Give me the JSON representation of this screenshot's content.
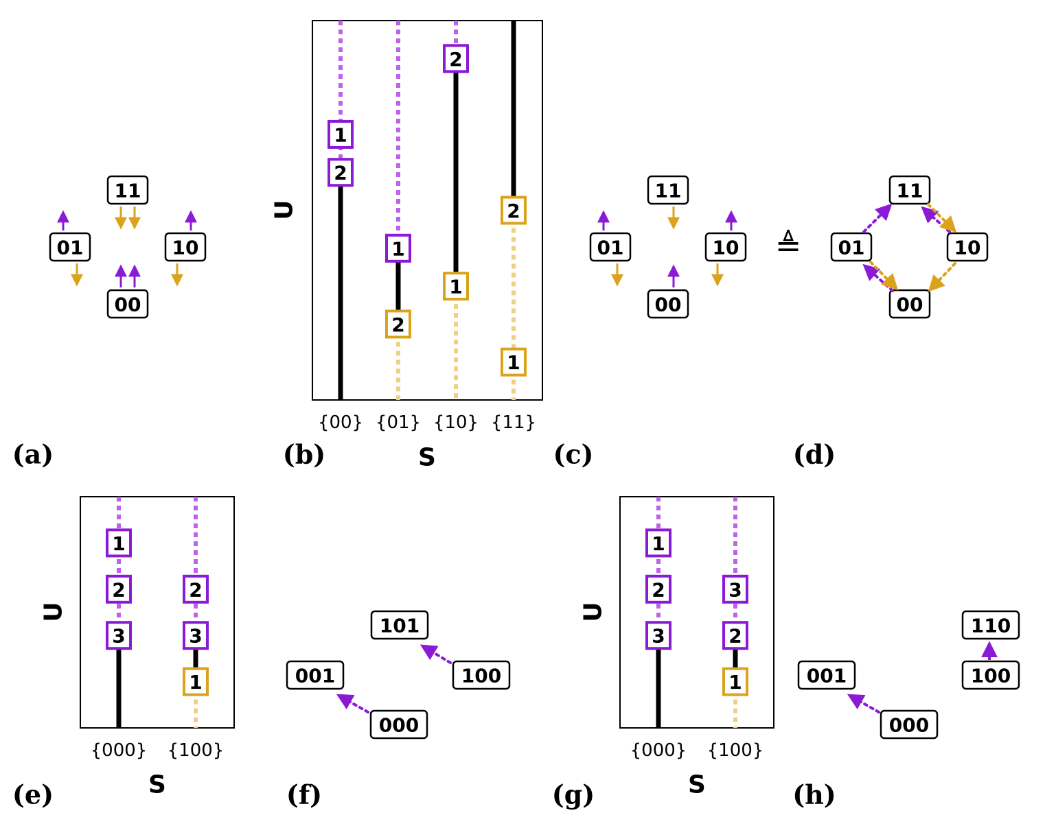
{
  "colors": {
    "purple": "#8a1ad6",
    "purple_light": "#c061ec",
    "orange": "#dba21c",
    "orange_light": "#f0cf84",
    "line": "#000000"
  },
  "panel_labels": [
    "(a)",
    "(b)",
    "(c)",
    "(d)",
    "(e)",
    "(f)",
    "(g)",
    "(h)"
  ],
  "equiv_symbol": "≜",
  "panel_a": {
    "nodes": [
      {
        "id": "11",
        "label": "11",
        "arrows_down": 2,
        "arrows_up": 0
      },
      {
        "id": "01",
        "label": "01",
        "arrows_down": 1,
        "arrows_up": 1
      },
      {
        "id": "10",
        "label": "10",
        "arrows_down": 1,
        "arrows_up": 1
      },
      {
        "id": "00",
        "label": "00",
        "arrows_down": 0,
        "arrows_up": 2
      }
    ]
  },
  "panel_c": {
    "nodes": [
      {
        "id": "11",
        "label": "11",
        "arrows_down": 1,
        "arrows_up": 0
      },
      {
        "id": "01",
        "label": "01",
        "arrows_down": 1,
        "arrows_up": 1
      },
      {
        "id": "10",
        "label": "10",
        "arrows_down": 1,
        "arrows_up": 1
      },
      {
        "id": "00",
        "label": "00",
        "arrows_down": 0,
        "arrows_up": 1
      }
    ]
  },
  "panel_d": {
    "nodes": [
      "11",
      "01",
      "10",
      "00"
    ],
    "edges": [
      {
        "from": "01",
        "to": "11",
        "color": "purple"
      },
      {
        "from": "10",
        "to": "11",
        "color": "purple"
      },
      {
        "from": "00",
        "to": "01",
        "color": "purple"
      },
      {
        "from": "11",
        "to": "10",
        "color": "orange"
      },
      {
        "from": "01",
        "to": "00",
        "color": "orange"
      },
      {
        "from": "10",
        "to": "00",
        "color": "orange"
      }
    ]
  },
  "panel_f": {
    "nodes": [
      "101",
      "001",
      "100",
      "000"
    ],
    "edges": [
      {
        "from": "100",
        "to": "101",
        "color": "purple"
      },
      {
        "from": "000",
        "to": "001",
        "color": "purple"
      }
    ]
  },
  "panel_h": {
    "nodes": [
      "110",
      "001",
      "100",
      "000"
    ],
    "edges": [
      {
        "from": "000",
        "to": "001",
        "color": "purple",
        "style": "dotted"
      },
      {
        "from": "100",
        "to": "110",
        "color": "purple",
        "style": "solid"
      }
    ]
  },
  "chart_data": [
    {
      "panel": "(b)",
      "type": "table",
      "xlabel": "S",
      "ylabel": "U",
      "categories": [
        "{00}",
        "{01}",
        "{10}",
        "{11}"
      ],
      "columns": [
        {
          "category": "{00}",
          "markers": [
            {
              "label": "1",
              "color": "purple",
              "level": 0.3
            },
            {
              "label": "2",
              "color": "purple",
              "level": 0.4
            }
          ],
          "solid_range": [
            0.4,
            1.0
          ]
        },
        {
          "category": "{01}",
          "markers": [
            {
              "label": "1",
              "color": "purple",
              "level": 0.6
            },
            {
              "label": "2",
              "color": "orange",
              "level": 0.8
            }
          ],
          "solid_range": [
            0.6,
            0.8
          ]
        },
        {
          "category": "{10}",
          "markers": [
            {
              "label": "2",
              "color": "purple",
              "level": 0.1
            },
            {
              "label": "1",
              "color": "orange",
              "level": 0.7
            }
          ],
          "solid_range": [
            0.1,
            0.7
          ]
        },
        {
          "category": "{11}",
          "markers": [
            {
              "label": "2",
              "color": "orange",
              "level": 0.5
            },
            {
              "label": "1",
              "color": "orange",
              "level": 0.9
            }
          ],
          "solid_range": [
            0.0,
            0.5
          ]
        }
      ]
    },
    {
      "panel": "(e)",
      "type": "table",
      "xlabel": "S",
      "ylabel": "U",
      "categories": [
        "{000}",
        "{100}"
      ],
      "columns": [
        {
          "category": "{000}",
          "markers": [
            {
              "label": "1",
              "color": "purple",
              "level": 0.2
            },
            {
              "label": "2",
              "color": "purple",
              "level": 0.4
            },
            {
              "label": "3",
              "color": "purple",
              "level": 0.6
            }
          ],
          "solid_range": [
            0.6,
            1.0
          ]
        },
        {
          "category": "{100}",
          "markers": [
            {
              "label": "2",
              "color": "purple",
              "level": 0.4
            },
            {
              "label": "3",
              "color": "purple",
              "level": 0.6
            },
            {
              "label": "1",
              "color": "orange",
              "level": 0.8
            }
          ],
          "solid_range": [
            0.6,
            0.8
          ]
        }
      ]
    },
    {
      "panel": "(g)",
      "type": "table",
      "xlabel": "S",
      "ylabel": "U",
      "categories": [
        "{000}",
        "{100}"
      ],
      "columns": [
        {
          "category": "{000}",
          "markers": [
            {
              "label": "1",
              "color": "purple",
              "level": 0.2
            },
            {
              "label": "2",
              "color": "purple",
              "level": 0.4
            },
            {
              "label": "3",
              "color": "purple",
              "level": 0.6
            }
          ],
          "solid_range": [
            0.6,
            1.0
          ]
        },
        {
          "category": "{100}",
          "markers": [
            {
              "label": "3",
              "color": "purple",
              "level": 0.4
            },
            {
              "label": "2",
              "color": "purple",
              "level": 0.6
            },
            {
              "label": "1",
              "color": "orange",
              "level": 0.8
            }
          ],
          "solid_range": [
            0.6,
            0.8
          ]
        }
      ]
    }
  ]
}
